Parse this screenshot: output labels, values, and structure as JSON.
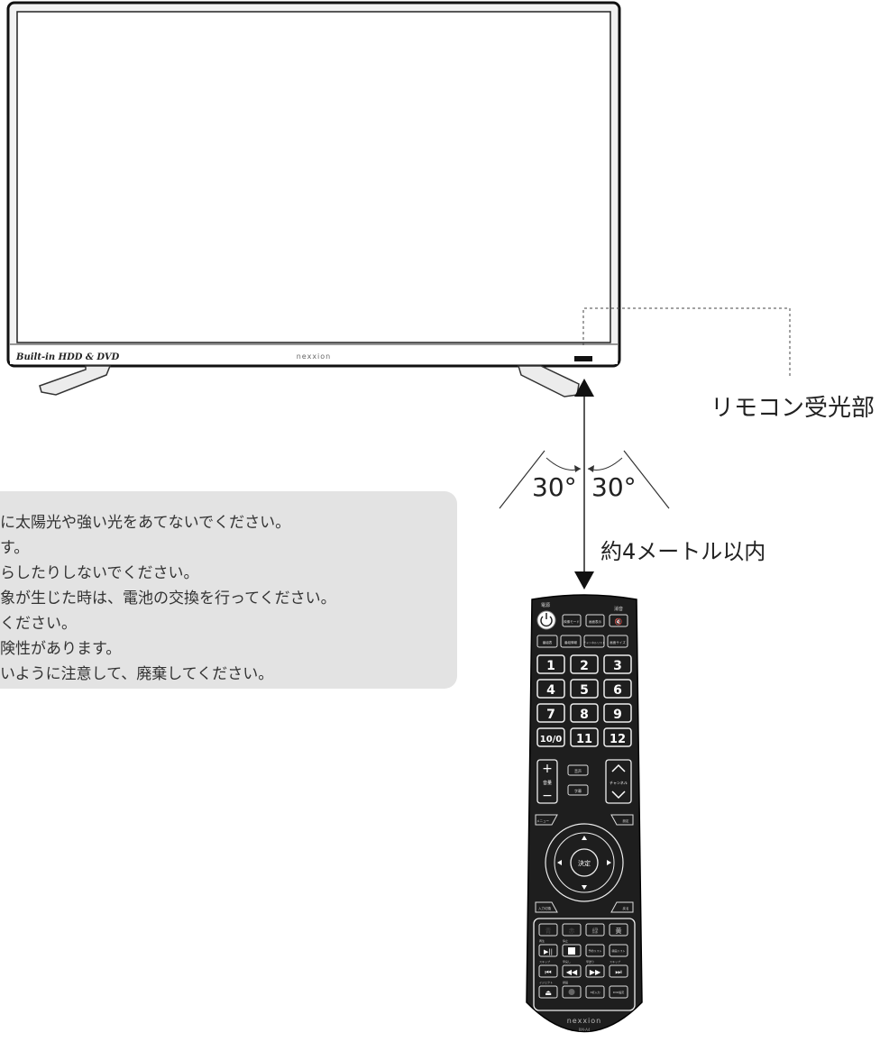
{
  "tv": {
    "badge_text": "Built-in HDD & DVD",
    "logo": "nexxion"
  },
  "callouts": {
    "receiver_label": "リモコン受光部",
    "angle_left": "30°",
    "angle_right": "30°",
    "distance_label": "約4メートル以内"
  },
  "notes": {
    "lines": [
      "に太陽光や強い光をあてないでください。",
      "す。",
      "らしたりしないでください。",
      "象が生じた時は、電池の交換を行ってください。",
      "ください。",
      "険性があります。",
      "いように注意して、廃棄してください。"
    ]
  },
  "remote": {
    "power_label": "電源",
    "mute_label": "消音",
    "top_row": [
      "映像モード",
      "画面表示"
    ],
    "row2": [
      "番組表",
      "番組情報",
      "チャンネルリスト",
      "画面サイズ"
    ],
    "numbers": [
      "1",
      "2",
      "3",
      "4",
      "5",
      "6",
      "7",
      "8",
      "9",
      "10/0",
      "11",
      "12"
    ],
    "volume_label": "音量",
    "channel_label": "チャンネル",
    "audio_label": "音声",
    "subtitle_label": "字幕",
    "menu_label": "メニュー",
    "settings_label": "設定",
    "ok_label": "決定",
    "input_label": "入力切換",
    "back_label": "戻る",
    "color_buttons": [
      "青",
      "赤",
      "緑",
      "黄"
    ],
    "color_hex": [
      "#4a4a4a",
      "#4a4a4a",
      "#8a8a8a",
      "#d8d8d8"
    ],
    "play_labels": [
      "再生",
      "停止",
      "予約リスト",
      "録画リスト"
    ],
    "skip_labels": [
      "スキップ",
      "早戻し",
      "早送り",
      "スキップ"
    ],
    "eject_labels": [
      "イジェクト",
      "録画"
    ],
    "bottom_btns": [
      "3桁入力",
      "DVD設定"
    ],
    "brand": "nexxion",
    "model": "RM-A4"
  }
}
